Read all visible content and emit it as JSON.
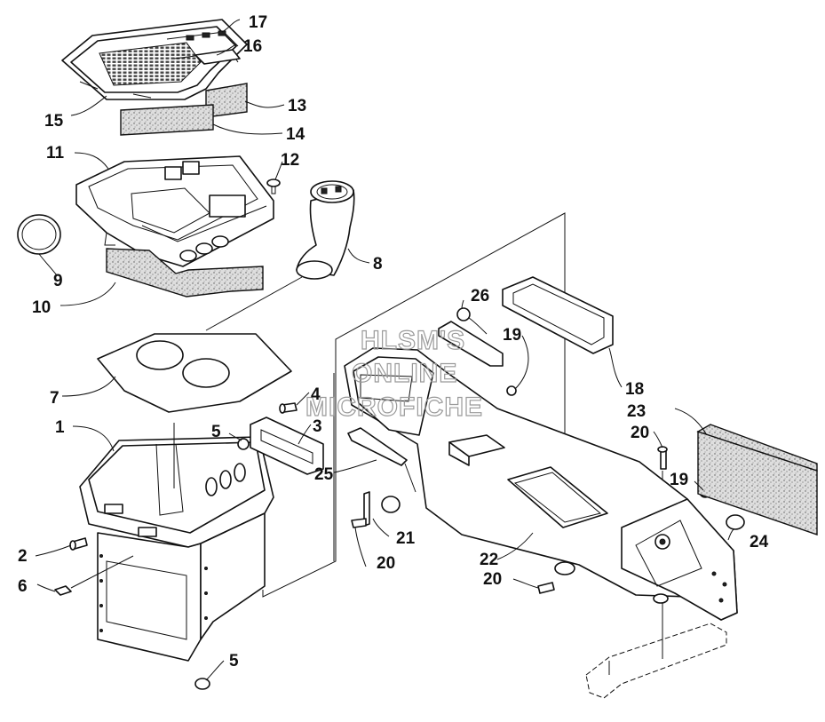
{
  "watermark": [
    "HLSM'S",
    "ONLINE",
    "MICROFICHE"
  ],
  "callouts": [
    {
      "id": "c1",
      "text": "1"
    },
    {
      "id": "c2",
      "text": "2"
    },
    {
      "id": "c3",
      "text": "3"
    },
    {
      "id": "c4",
      "text": "4"
    },
    {
      "id": "c5a",
      "text": "5"
    },
    {
      "id": "c5b",
      "text": "5"
    },
    {
      "id": "c6",
      "text": "6"
    },
    {
      "id": "c7",
      "text": "7"
    },
    {
      "id": "c8",
      "text": "8"
    },
    {
      "id": "c9",
      "text": "9"
    },
    {
      "id": "c10",
      "text": "10"
    },
    {
      "id": "c11",
      "text": "11"
    },
    {
      "id": "c12",
      "text": "12"
    },
    {
      "id": "c13",
      "text": "13"
    },
    {
      "id": "c14",
      "text": "14"
    },
    {
      "id": "c15",
      "text": "15"
    },
    {
      "id": "c16",
      "text": "16"
    },
    {
      "id": "c17",
      "text": "17"
    },
    {
      "id": "c18",
      "text": "18"
    },
    {
      "id": "c19a",
      "text": "19"
    },
    {
      "id": "c19b",
      "text": "19"
    },
    {
      "id": "c20a",
      "text": "20"
    },
    {
      "id": "c20b",
      "text": "20"
    },
    {
      "id": "c20c",
      "text": "20"
    },
    {
      "id": "c21",
      "text": "21"
    },
    {
      "id": "c22",
      "text": "22"
    },
    {
      "id": "c23",
      "text": "23"
    },
    {
      "id": "c24",
      "text": "24"
    },
    {
      "id": "c25",
      "text": "25"
    },
    {
      "id": "c26",
      "text": "26"
    }
  ]
}
